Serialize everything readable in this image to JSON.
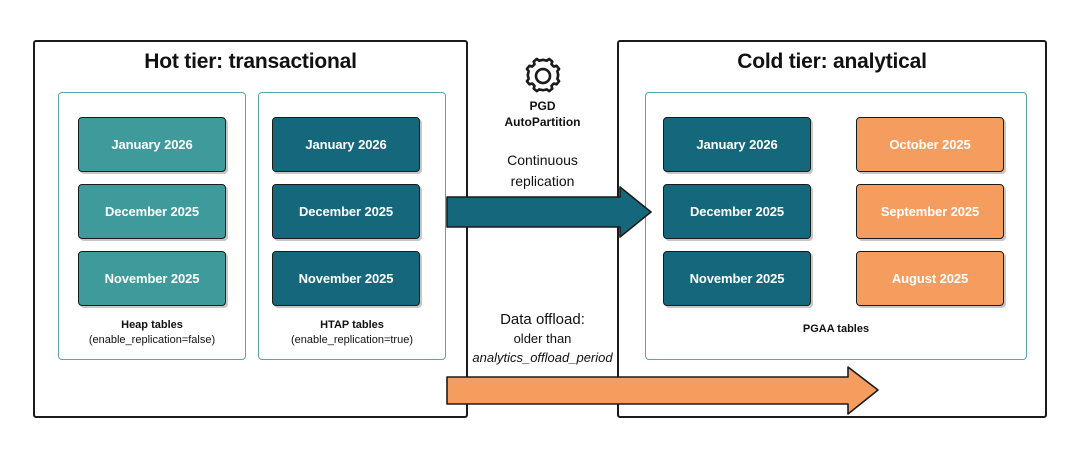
{
  "diagram": {
    "title_hot": "Hot tier: transactional",
    "title_cold": "Cold tier: analytical"
  },
  "hot_tier": {
    "title": "Hot tier: transactional",
    "panels": [
      {
        "id": "heap",
        "caption_title": "Heap tables",
        "caption_sub": "(enable_replication=false)",
        "chip_color": "#3f9b9b",
        "chips": [
          "January 2026",
          "December 2025",
          "November 2025"
        ]
      },
      {
        "id": "htap",
        "caption_title": "HTAP tables",
        "caption_sub": "(enable_replication=true)",
        "chip_color": "#15687c",
        "chips": [
          "January 2026",
          "December 2025",
          "November 2025"
        ]
      }
    ]
  },
  "cold_tier": {
    "title": "Cold tier: analytical",
    "panel": {
      "id": "pgaa",
      "caption_title": "PGAA tables",
      "caption_sub": "",
      "column_left_color": "#15687c",
      "column_right_color": "#f59d5e",
      "chips_left": [
        "January 2026",
        "December 2025",
        "November 2025"
      ],
      "chips_right": [
        "October 2025",
        "September 2025",
        "August 2025"
      ]
    }
  },
  "center": {
    "gear_icon": "gear-icon",
    "autopartition_line1": "PGD",
    "autopartition_line2": "AutoPartition",
    "replication_line1": "Continuous",
    "replication_line2": "replication",
    "offload_line1": "Data offload:",
    "offload_line2": "older than",
    "offload_line3": "analytics_offload_period"
  },
  "arrows": {
    "replication_arrow_color": "#15687c",
    "offload_arrow_color": "#f59d5e",
    "replication_arrow_name": "continuous-replication-arrow",
    "offload_arrow_name": "data-offload-arrow"
  },
  "colors": {
    "light_teal": "#3f9b9b",
    "dark_teal": "#15687c",
    "orange": "#f59d5e",
    "panel_border": "#57a8ac",
    "box_border": "#1b1b1b"
  }
}
